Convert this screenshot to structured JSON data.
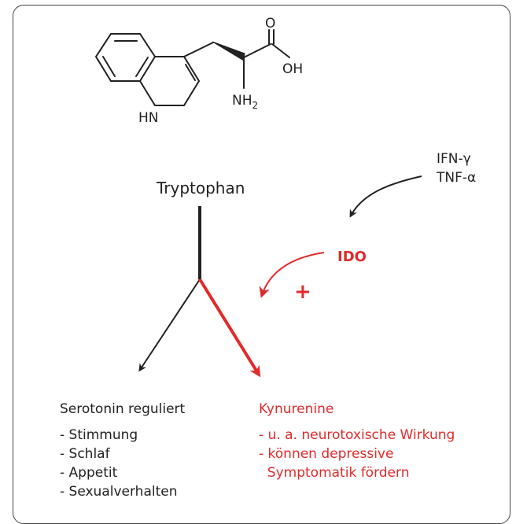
{
  "molecule": {
    "carbonyl_o": "O",
    "hydroxyl": "OH",
    "amine": "NH",
    "amine_sub": "2",
    "ring_nh": "HN"
  },
  "pathway": {
    "source": "Tryptophan",
    "cytokines": [
      "IFN-γ",
      "TNF-α"
    ],
    "enzyme": "IDO",
    "enzyme_effect": "+"
  },
  "serotonin": {
    "title": "Serotonin reguliert",
    "items": [
      "- Stimmung",
      "- Schlaf",
      "- Appetit",
      "- Sexualverhalten"
    ]
  },
  "kynurenine": {
    "title": "Kynurenine",
    "items": [
      "- u. a. neurotoxische Wirkung",
      "- können depressive",
      "  Symptomatik fördern"
    ]
  },
  "colors": {
    "text": "#222222",
    "accent_red": "#e12a2b",
    "border": "#444444"
  }
}
